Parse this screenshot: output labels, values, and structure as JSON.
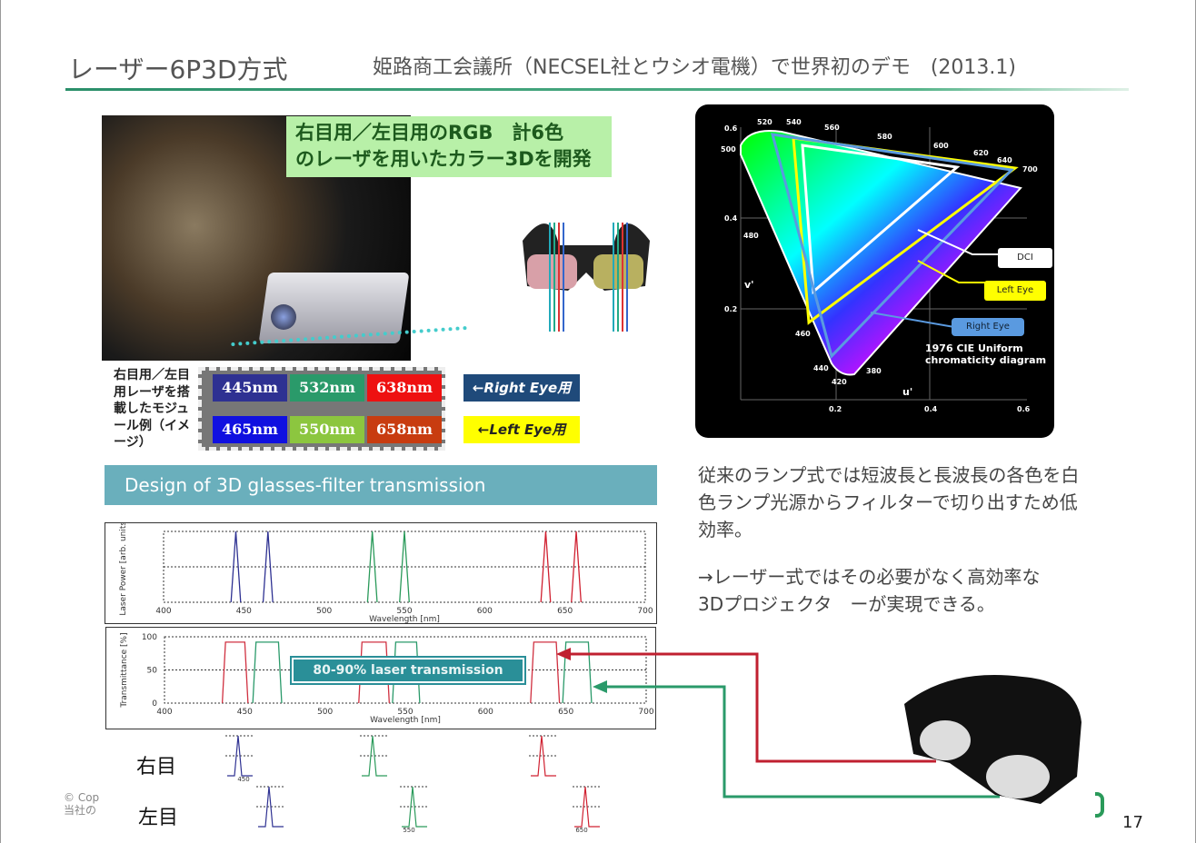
{
  "slide": {
    "title": "レーザー6P3D方式",
    "subtitle": "姫路商工会議所（NECSEL社とウシオ電機）で世界初のデモ　(2013.1)",
    "page_number": "17",
    "copyright_line1": "© Cop",
    "copyright_line2": "当社の"
  },
  "green_label": {
    "line1": "右目用／左目用のRGB　計6色",
    "line2": "のレーザを用いたカラー3Dを開発"
  },
  "module": {
    "label": "右目用／左目用レーザを搭載したモジュール例（イメージ）",
    "right": [
      {
        "text": "445nm",
        "color": "#2e3192"
      },
      {
        "text": "532nm",
        "color": "#2a9a6a"
      },
      {
        "text": "638nm",
        "color": "#ee1111"
      }
    ],
    "left": [
      {
        "text": "465nm",
        "color": "#1010e0"
      },
      {
        "text": "550nm",
        "color": "#8cc63f"
      },
      {
        "text": "658nm",
        "color": "#c83c10"
      }
    ],
    "right_eye_tag": "←Right Eye用",
    "left_eye_tag": "←Left Eye用"
  },
  "banner": "Design of 3D glasses-filter transmission",
  "chart_data": [
    {
      "type": "line",
      "title": "Laser Power",
      "ylabel": "Laser Power [arb. units]",
      "xlabel": "Wavelength [nm]",
      "xlim": [
        400,
        700
      ],
      "xticks": [
        400,
        450,
        500,
        550,
        600,
        650,
        700
      ],
      "peaks": [
        {
          "x": 445,
          "color": "#2e3192"
        },
        {
          "x": 465,
          "color": "#2e3192"
        },
        {
          "x": 530,
          "color": "#2a9a5a"
        },
        {
          "x": 550,
          "color": "#2a9a5a"
        },
        {
          "x": 638,
          "color": "#d02030"
        },
        {
          "x": 657,
          "color": "#d02030"
        }
      ]
    },
    {
      "type": "line",
      "title": "Transmittance",
      "ylabel": "Transmittance [%]",
      "xlabel": "Wavelength [nm]",
      "xlim": [
        400,
        700
      ],
      "ylim": [
        0,
        100
      ],
      "xticks": [
        400,
        450,
        500,
        550,
        600,
        650,
        700
      ],
      "yticks": [
        0,
        50,
        100
      ],
      "filters": [
        {
          "from": 436,
          "to": 452,
          "peak": 92,
          "color": "#d03040"
        },
        {
          "from": 455,
          "to": 473,
          "peak": 92,
          "color": "#2a9a6a"
        },
        {
          "from": 521,
          "to": 540,
          "peak": 92,
          "color": "#d03040"
        },
        {
          "from": 542,
          "to": 559,
          "peak": 92,
          "color": "#2a9a6a"
        },
        {
          "from": 628,
          "to": 646,
          "peak": 92,
          "color": "#d03040"
        },
        {
          "from": 648,
          "to": 666,
          "peak": 92,
          "color": "#2a9a6a"
        }
      ],
      "annotation": "80-90% laser transmission"
    }
  ],
  "eyes": {
    "right": "右目",
    "left": "左目",
    "small_ticks": [
      "450",
      "550",
      "650"
    ]
  },
  "cie": {
    "axis_u": "u'",
    "axis_v": "v'",
    "u_ticks": [
      "0.2",
      "0.4",
      "0.6"
    ],
    "v_ticks": [
      "0.2",
      "0.4",
      "0.6"
    ],
    "wavelengths": [
      "520",
      "540",
      "560",
      "580",
      "600",
      "620",
      "640",
      "700",
      "500",
      "480",
      "460",
      "440",
      "420",
      "380"
    ],
    "caption": "1976 CIE Uniform chromaticity diagram",
    "labels": {
      "dci": "DCI",
      "left": "Left Eye",
      "right": "Right Eye"
    }
  },
  "text": {
    "p1": "従来のランプ式では短波長と長波長の各色を白色ランプ光源からフィルターで切り出すため低効率。",
    "p2": "→レーザー式ではその必要がなく高効率な　3Dプロジェクタ　ーが実現できる。"
  },
  "colors": {
    "accent": "#2a8f6a",
    "banner": "#6aafbc"
  }
}
